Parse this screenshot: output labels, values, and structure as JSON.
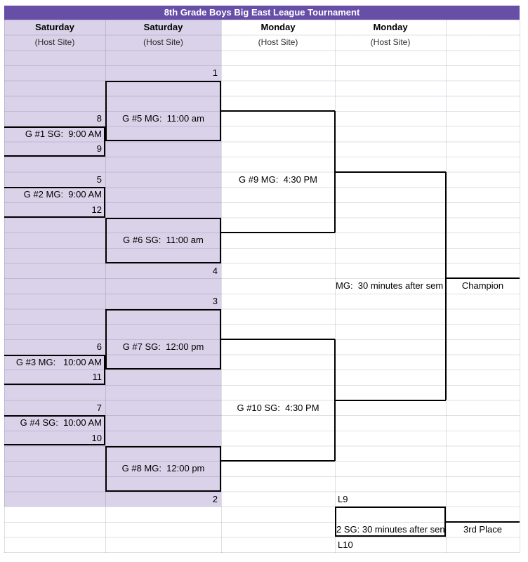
{
  "title": "8th Grade Boys Big East League Tournament",
  "column_headers": [
    {
      "day": "Saturday",
      "site": "(Host Site)"
    },
    {
      "day": "Saturday",
      "site": "(Host Site)"
    },
    {
      "day": "Monday",
      "site": "(Host Site)"
    },
    {
      "day": "Monday",
      "site": "(Host Site)"
    }
  ],
  "bracket": {
    "round1_games": [
      {
        "top_seed": "8",
        "label": "G #1 SG:  9:00 AM",
        "bottom_seed": "9"
      },
      {
        "top_seed": "5",
        "label": "G #2 MG:  9:00 AM",
        "bottom_seed": "12"
      },
      {
        "top_seed": "6",
        "label": "G #3 MG:   10:00 AM",
        "bottom_seed": "11"
      },
      {
        "top_seed": "7",
        "label": "G #4 SG:  10:00 AM",
        "bottom_seed": "10"
      }
    ],
    "round2_games": [
      {
        "seed": "1",
        "label": "G #5 MG:  11:00 am"
      },
      {
        "seed": "4",
        "label": "G #6 SG:  11:00 am"
      },
      {
        "seed": "3",
        "label": "G #7 SG:  12:00 pm"
      },
      {
        "seed": "2",
        "label": "G #8 MG:  12:00 pm"
      }
    ],
    "semifinal_games": [
      {
        "label": "G #9 MG:  4:30 PM"
      },
      {
        "label": "G #10 SG:  4:30 PM"
      }
    ],
    "final": {
      "label": "MG:  30 minutes after sem",
      "winner_label": "Champion"
    },
    "third_place": {
      "feeder_top": "L9",
      "label": "2 SG: 30 minutes after sen",
      "feeder_bottom": "L10",
      "winner_label": "3rd Place"
    }
  },
  "colors": {
    "header_bar": "#674EA7",
    "bracket_fill": "#D9D2E9",
    "stroke": "#000000"
  }
}
